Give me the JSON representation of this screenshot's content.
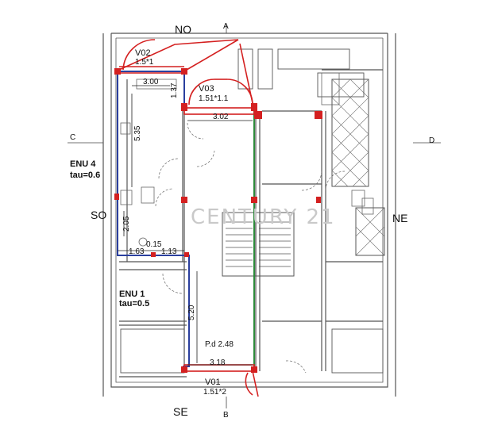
{
  "compass": {
    "north_west": "NO",
    "south_west": "SO",
    "north_east": "NE",
    "south_east": "SE"
  },
  "section_marks": {
    "a": "A",
    "b": "B",
    "c": "C",
    "d": "D"
  },
  "windows": {
    "v01": {
      "name": "V01",
      "size": "1.51*2"
    },
    "v02": {
      "name": "V02",
      "size": "1.5*1"
    },
    "v03": {
      "name": "V03",
      "size": "1.51*1.1"
    }
  },
  "enclosures": {
    "enu4": {
      "name": "ENU 4",
      "tau": "tau=0.6"
    },
    "enu1": {
      "name": "ENU 1",
      "tau": "tau=0.5"
    }
  },
  "dimensions": {
    "d_3_00": "3.00",
    "d_1_37": "1.37",
    "d_3_02": "3.02",
    "d_5_35": "5.35",
    "d_2_05": "2.05",
    "d_0_15": "0.15",
    "d_1_63": "1.63",
    "d_1_13": "1.13",
    "d_5_20": "5.20",
    "d_3_18": "3.18"
  },
  "floor_height": "P.d 2.48",
  "watermark": "CENTURY 21",
  "colors": {
    "red": "#d42020",
    "blue": "#2a3f9e",
    "green": "#2d8a3a",
    "wall": "#555555"
  }
}
